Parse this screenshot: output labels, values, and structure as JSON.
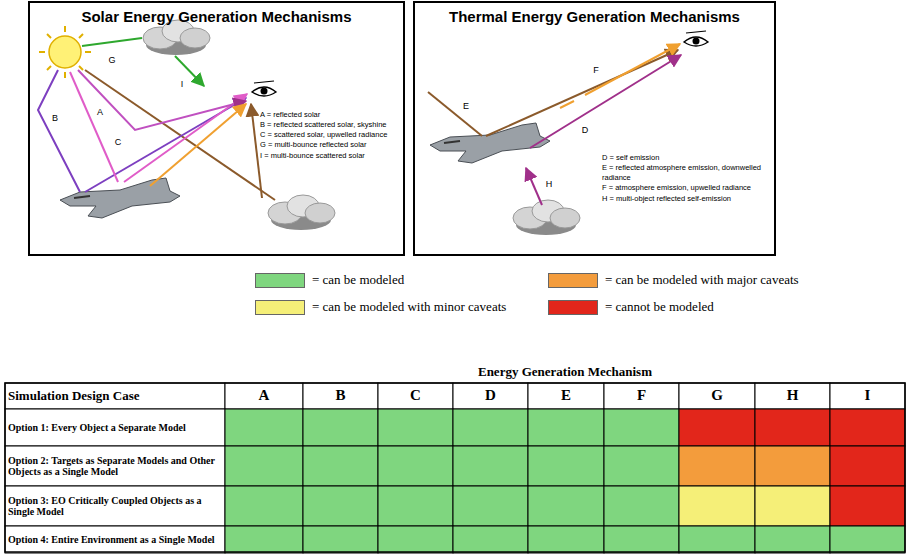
{
  "diagram": {
    "nodes": [
      {
        "text": [
          "Solar Energy Generation Mechanisms",
          "A = reflected solar",
          "B = reflected scattered solar, skyshine",
          "C = scattered solar, upwelled radiance",
          "G = multi-bounce reflected solar",
          "I = multi-bounce scattered solar"
        ]
      },
      {
        "text": [
          "Thermal Energy Generation Mechanisms",
          "D = self emission",
          "E = reflected atmosphere emission, downwelled radiance",
          "F = atmosphere emission, upwelled radiance",
          "H = multi-object reflected self-emission"
        ]
      }
    ],
    "labels": [
      "A",
      "B",
      "C",
      "G",
      "I",
      "F",
      "E",
      "D",
      "H",
      "Energy Generation Mechanism",
      "Simulation Design Case",
      "A",
      "B",
      "C",
      "D",
      "E",
      "F",
      "G",
      "H",
      "I",
      "Option 1: Every Object a Separate Model",
      "Option 2: Targets as Separate Models and Other Objects as a Single Model",
      "Option 3: EO Critically Coupled Objects as a Single Model",
      "Option 4: Entire Environment as a Single Model"
    ],
    "legend": [
      {
        "text": "= can be modeled",
        "color": "#7fd67f"
      },
      {
        "text": "= can be modeled with major caveats",
        "color": "#f39c3c"
      },
      {
        "text": "= can be modeled with minor caveats",
        "color": "#f5ef78"
      },
      {
        "text": "= cannot be modeled",
        "color": "#e2261b"
      }
    ]
  }
}
